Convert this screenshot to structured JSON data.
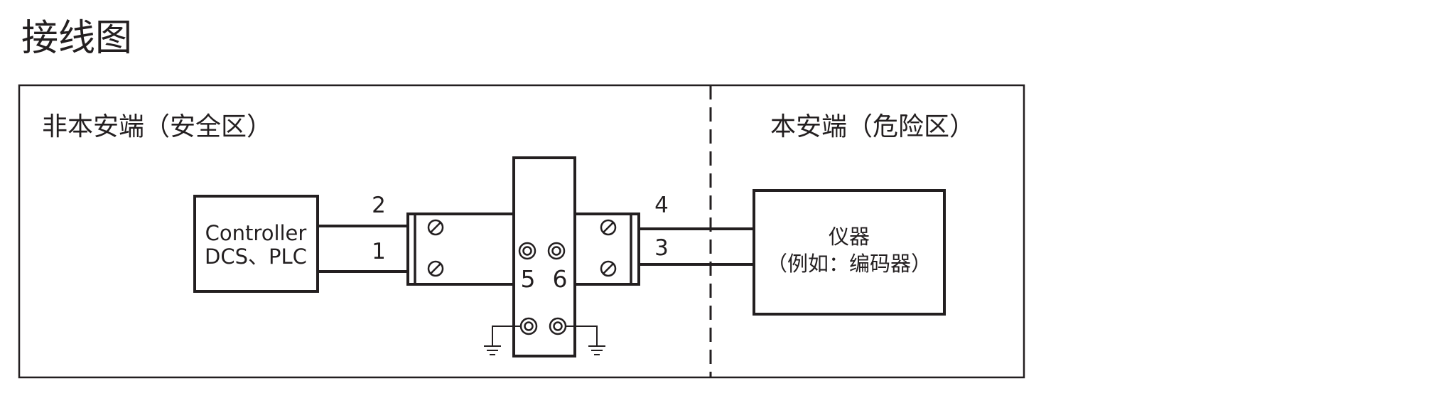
{
  "page_title": "接线图",
  "zones": {
    "safe": "非本安端（安全区）",
    "hazard": "本安端（危险区）"
  },
  "controller": {
    "line1": "Controller",
    "line2": "DCS、PLC"
  },
  "instrument": {
    "line1": "仪器",
    "line2": "（例如：编码器）"
  },
  "wires": {
    "w1": "1",
    "w2": "2",
    "w3": "3",
    "w4": "4"
  },
  "terminals": {
    "t5": "5",
    "t6": "6"
  },
  "colors": {
    "line": "#231f20",
    "background": "#ffffff"
  }
}
